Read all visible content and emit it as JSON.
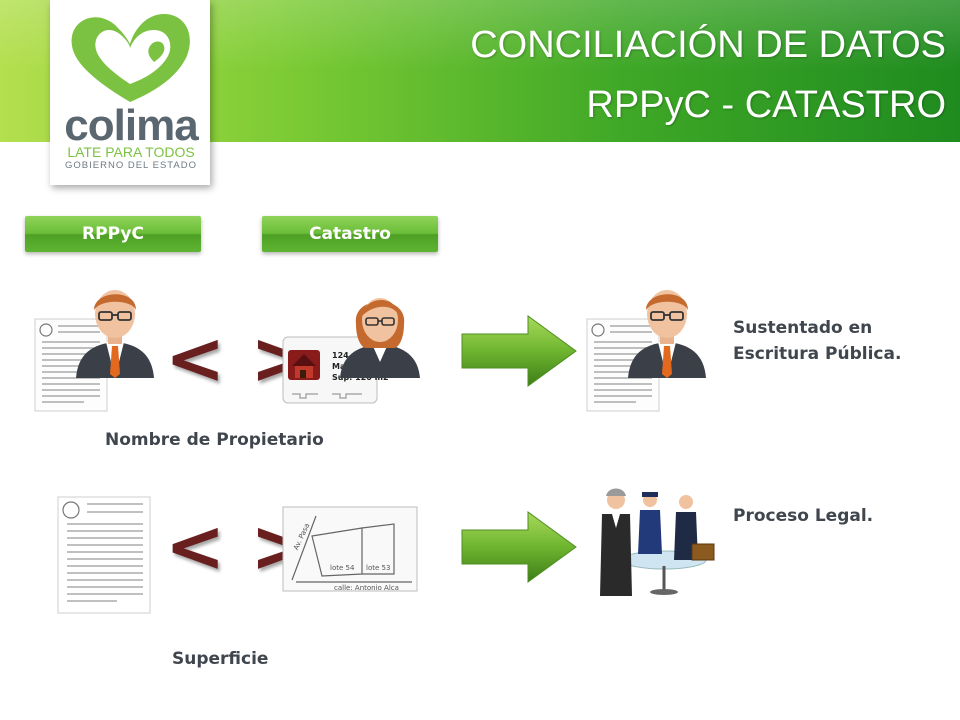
{
  "header": {
    "title_line1": "CONCILIACIÓN DE DATOS",
    "title_line2": "RPPyC - CATASTRO"
  },
  "logo": {
    "wordmark": "colima",
    "tagline": "LATE PARA TODOS",
    "subtitle": "GOBIERNO DEL ESTADO"
  },
  "columns": {
    "rppyc_label": "RPPyC",
    "catastro_label": "Catastro"
  },
  "rows": [
    {
      "compare_sign": "< >",
      "field_label": "Nombre de Propietario",
      "catastro_card": {
        "line1": "124",
        "line2": "Mad",
        "line3": "Sup: 120 m2"
      },
      "result_label_line1": "Sustentado en",
      "result_label_line2": "Escritura Pública."
    },
    {
      "compare_sign": "< >",
      "field_label": "Superficie",
      "plan": {
        "lot_a": "lote 54",
        "lot_b": "lote 53",
        "street": "calle: Antonio Alca",
        "side_street": "Av. Pasa"
      },
      "result_label_line1": "Proceso Legal."
    }
  ],
  "colors": {
    "brand_green": "#6bbd38",
    "compare_sign": "#6a1f1f",
    "label_text": "#40464d"
  }
}
